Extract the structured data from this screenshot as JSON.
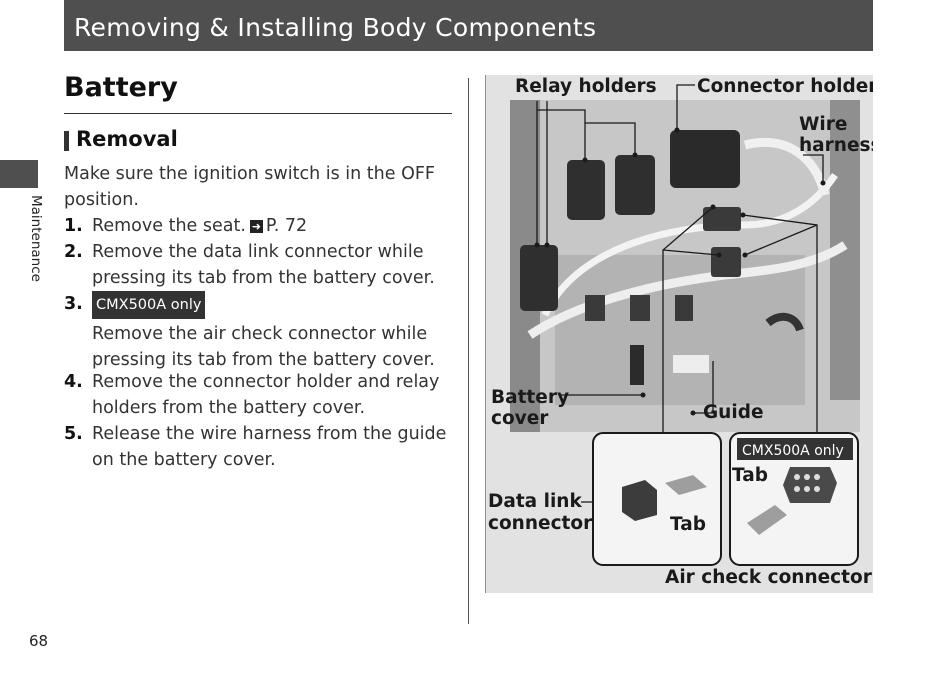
{
  "header": {
    "title": "Removing & Installing Body Components"
  },
  "side_tab": {
    "label": "Maintenance"
  },
  "page": {
    "number": "68"
  },
  "section": {
    "title": "Battery",
    "subsection": "Removal",
    "intro": "Make sure the ignition switch is in the OFF position.",
    "steps": [
      {
        "num": "1.",
        "text": "Remove the seat.",
        "ref": "P. 72"
      },
      {
        "num": "2.",
        "text": "Remove the data link connector while pressing its tab from the battery cover."
      },
      {
        "num": "3.",
        "badge": "CMX500A only",
        "text": "Remove the air check connector while pressing its tab from the battery cover."
      },
      {
        "num": "4.",
        "text": "Remove the connector holder and relay holders from the battery cover."
      },
      {
        "num": "5.",
        "text": "Release the wire harness from the guide on the battery cover."
      }
    ]
  },
  "figure": {
    "labels": {
      "relay_holders": "Relay holders",
      "connector_holder": "Connector holder",
      "wire": "Wire",
      "harness": "harness",
      "battery": "Battery",
      "cover": "cover",
      "guide": "Guide",
      "model_badge": "CMX500A only",
      "tab_right": "Tab",
      "data_link": "Data link",
      "connector": "connector",
      "tab_left": "Tab",
      "air_check": "Air check connector"
    },
    "colors": {
      "bg": "#e2e2e2",
      "photo_light": "#c9c9c9",
      "photo_dark": "#777777",
      "part": "#2e2e2e"
    }
  }
}
